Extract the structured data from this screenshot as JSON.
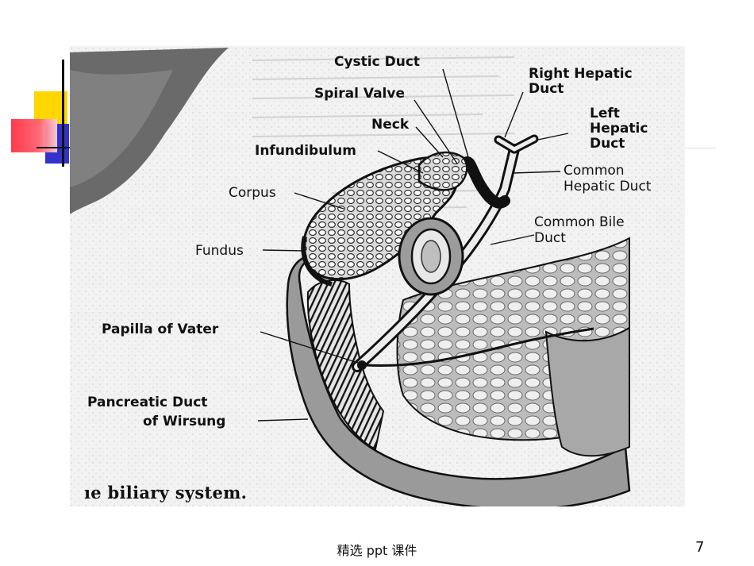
{
  "figure": {
    "labels": {
      "cystic_duct": "Cystic Duct",
      "right_hepatic_1": "Right Hepatic",
      "right_hepatic_2": "Duct",
      "spiral_valve": "Spiral Valve",
      "left_hepatic_1": "Left",
      "left_hepatic_2": "Hepatic",
      "left_hepatic_3": "Duct",
      "neck": "Neck",
      "infundibulum": "Infundibulum",
      "common_hepatic_1": "Common",
      "common_hepatic_2": "Hepatic Duct",
      "corpus": "Corpus",
      "common_bile_1": "Common Bile",
      "common_bile_2": "Duct",
      "fundus": "Fundus",
      "papilla": "Papilla of Vater",
      "pancreatic_1": "Pancreatic Duct",
      "pancreatic_2": "of Wirsung"
    },
    "caption": "ıe biliary system.",
    "colors": {
      "ink": "#111111",
      "paper": "#f4f4f4",
      "tissue": "#d8d8d8",
      "shade": "#555555"
    }
  },
  "footer": {
    "text": "精选 ppt 课件",
    "page_number": "7"
  }
}
